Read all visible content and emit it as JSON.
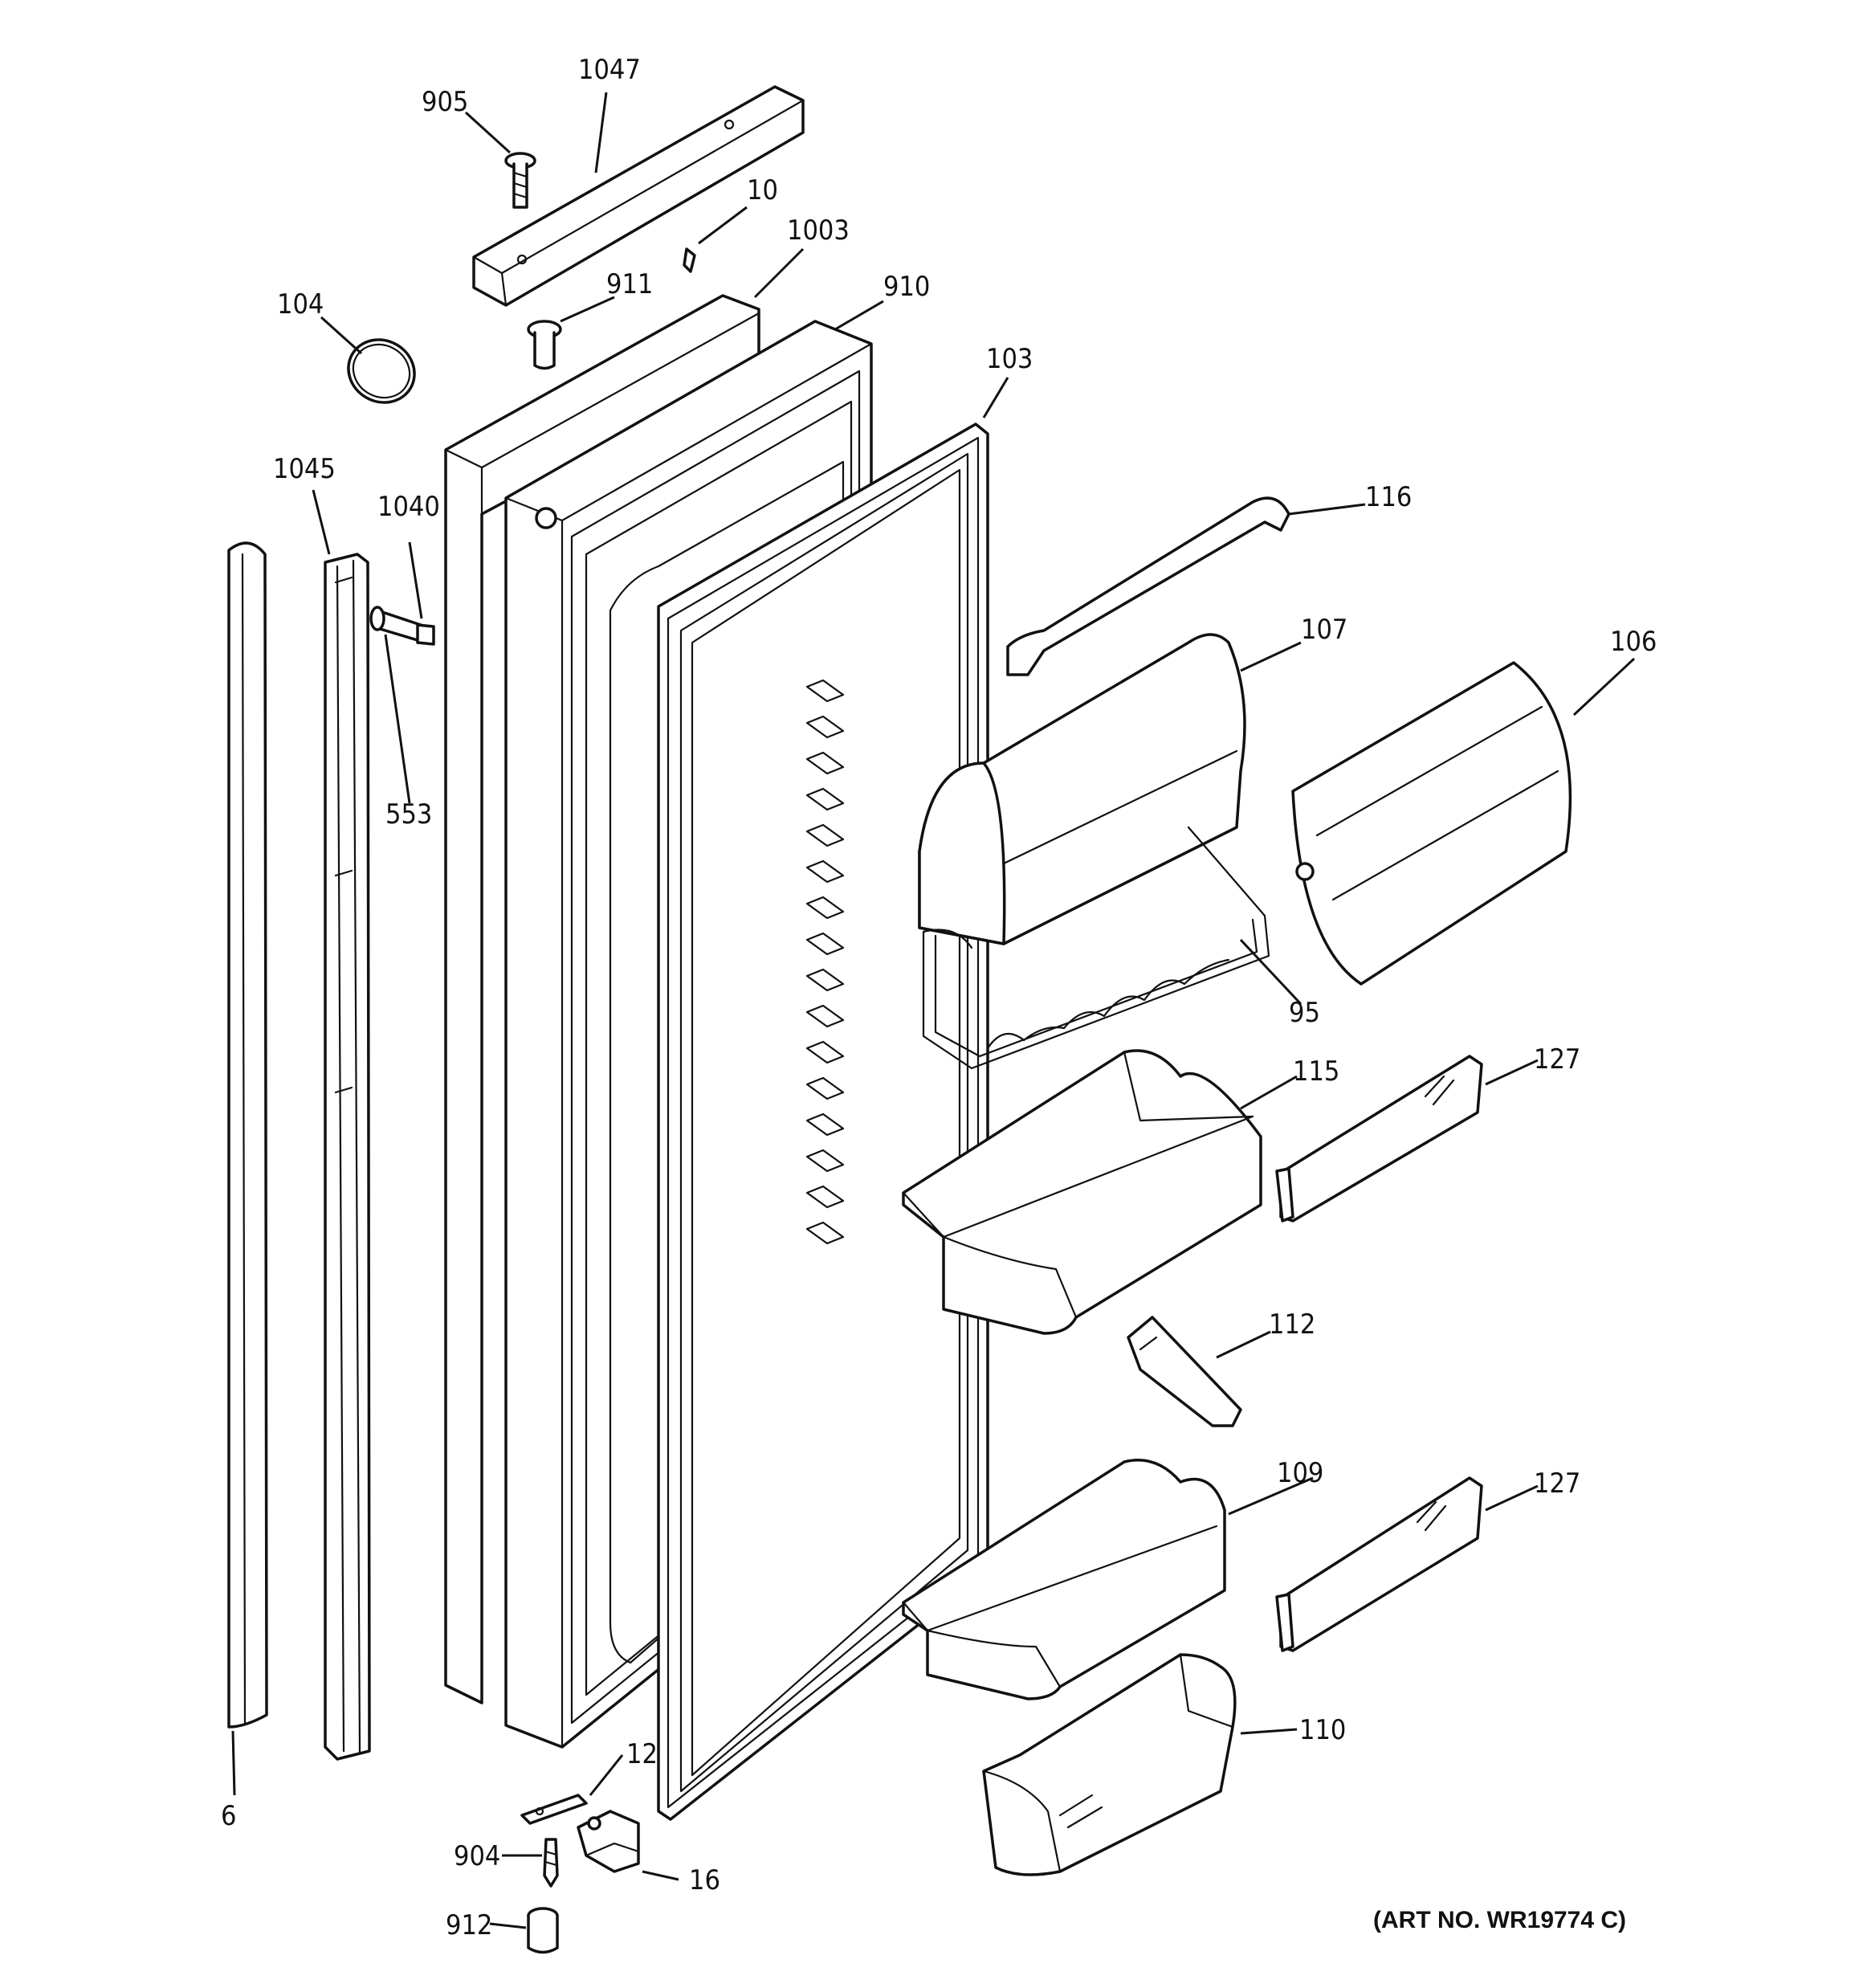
{
  "diagram": {
    "callouts": {
      "c1047": "1047",
      "c905": "905",
      "c10": "10",
      "c1003": "1003",
      "c911": "911",
      "c104": "104",
      "c910": "910",
      "c103": "103",
      "c1045": "1045",
      "c1040": "1040",
      "c553": "553",
      "c116": "116",
      "c107": "107",
      "c106": "106",
      "c95": "95",
      "c115": "115",
      "c127a": "127",
      "c112": "112",
      "c109": "109",
      "c127b": "127",
      "c110": "110",
      "c12": "12",
      "c6": "6",
      "c904": "904",
      "c16": "16",
      "c912": "912"
    },
    "art_number": "(ART NO. WR19774 C)"
  }
}
